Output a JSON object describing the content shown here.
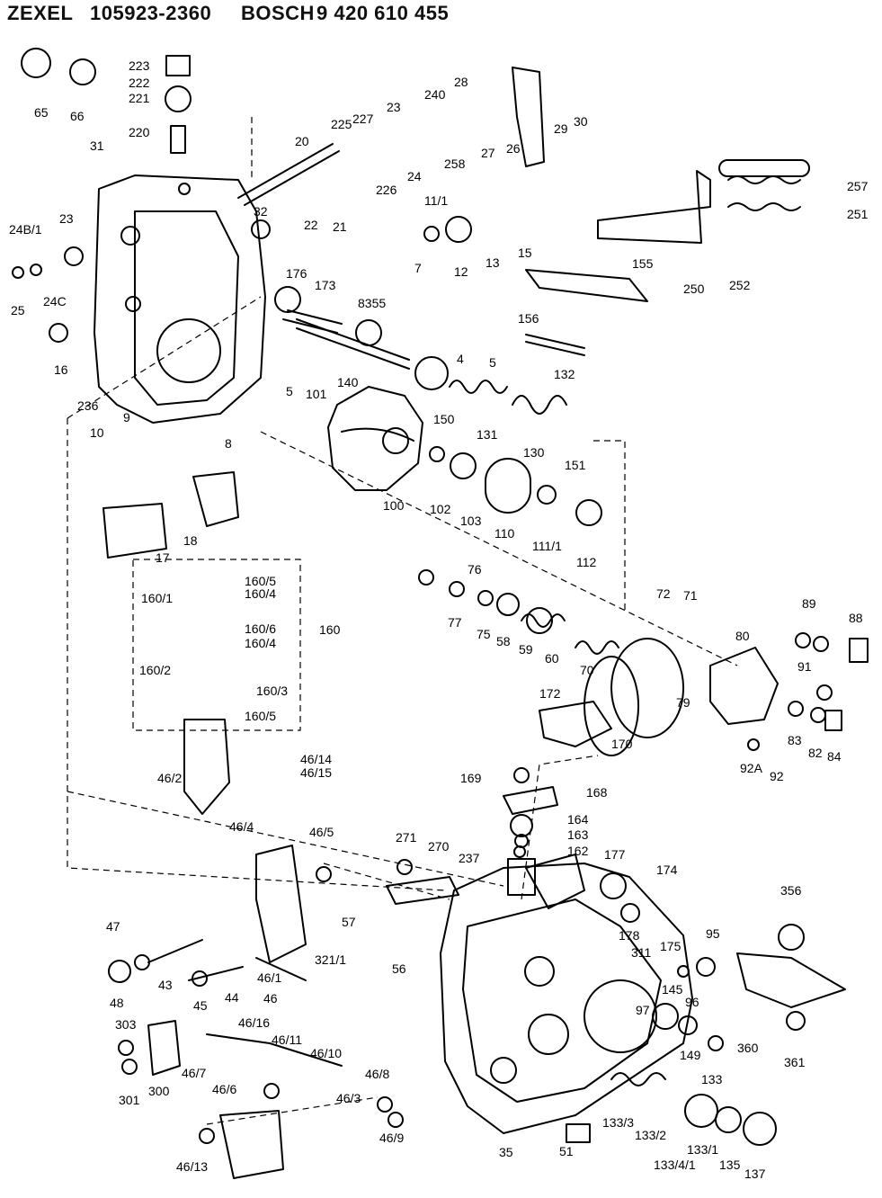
{
  "header": {
    "brand1": "ZEXEL",
    "number1": "105923-2360",
    "brand2": "BOSCH",
    "number2": "9 420 610 455"
  },
  "diagram": {
    "labels": [
      "65",
      "66",
      "223",
      "222",
      "221",
      "220",
      "31",
      "32",
      "20",
      "225",
      "227",
      "23",
      "240",
      "28",
      "29",
      "30",
      "226",
      "24",
      "258",
      "27",
      "26",
      "22",
      "21",
      "257",
      "251",
      "24B/1",
      "23",
      "11/1",
      "12",
      "13",
      "15",
      "25",
      "24C",
      "7",
      "252",
      "250",
      "155",
      "176",
      "173",
      "8355",
      "156",
      "16",
      "4",
      "5",
      "132",
      "5",
      "140",
      "101",
      "236",
      "150",
      "131",
      "130",
      "151",
      "9",
      "10",
      "8",
      "100",
      "102",
      "103",
      "110",
      "111/1",
      "112",
      "17",
      "18",
      "76",
      "77",
      "75",
      "58",
      "59",
      "60",
      "70",
      "72",
      "71",
      "89",
      "88",
      "80",
      "91",
      "79",
      "83",
      "82",
      "84",
      "92A",
      "92",
      "160/5",
      "160/4",
      "160/1",
      "160/6",
      "160/4",
      "160",
      "160/2",
      "160/3",
      "160/5",
      "172",
      "170",
      "169",
      "168",
      "46/14",
      "46/15",
      "46/2",
      "46/4",
      "164",
      "163",
      "162",
      "46/5",
      "271",
      "270",
      "237",
      "177",
      "174",
      "356",
      "57",
      "178",
      "175",
      "95",
      "47",
      "321/1",
      "311",
      "56",
      "48",
      "43",
      "45",
      "44",
      "46/1",
      "46",
      "96",
      "145",
      "97",
      "360",
      "149",
      "361",
      "303",
      "46/16",
      "46/11",
      "46/10",
      "300",
      "46/7",
      "301",
      "46/6",
      "46/8",
      "133",
      "46/3",
      "46/9",
      "133/3",
      "133/2",
      "133/1",
      "46/13",
      "35",
      "51",
      "133/4/1",
      "135",
      "137"
    ]
  }
}
